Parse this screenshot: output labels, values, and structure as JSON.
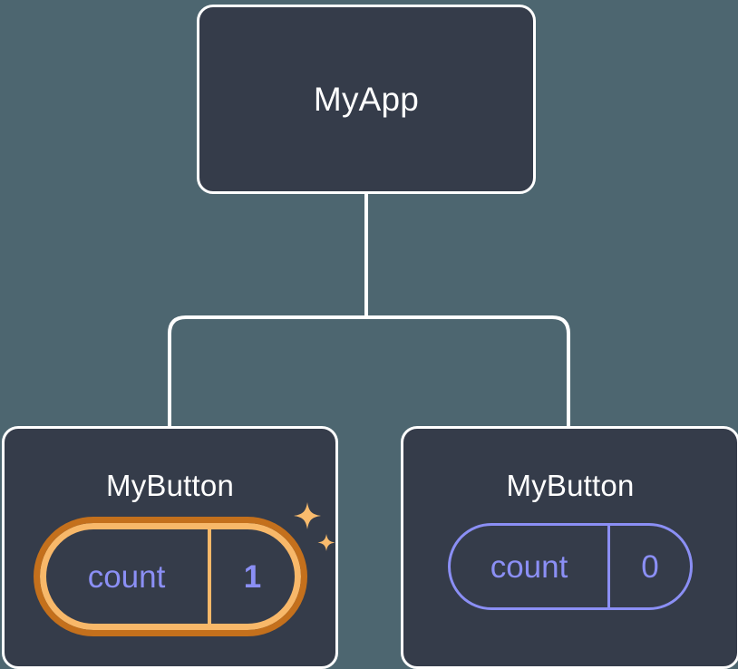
{
  "diagram": {
    "type": "component-tree",
    "background_color": "#4d6670",
    "node_fill_color": "#353c4a",
    "node_border_color": "#ffffff",
    "connector_color": "#ffffff",
    "accent_highlight_outer": "#c4701c",
    "accent_highlight_inner": "#f8b869",
    "accent_state_color": "#8b8ff5",
    "sparkle_color": "#f9bb6d"
  },
  "root": {
    "title": "MyApp"
  },
  "children": [
    {
      "title": "MyButton",
      "state": {
        "key": "count",
        "value": "1",
        "highlighted": true
      }
    },
    {
      "title": "MyButton",
      "state": {
        "key": "count",
        "value": "0",
        "highlighted": false
      }
    }
  ],
  "icons": {
    "sparkle_large": "sparkle-icon",
    "sparkle_small": "sparkle-icon"
  }
}
